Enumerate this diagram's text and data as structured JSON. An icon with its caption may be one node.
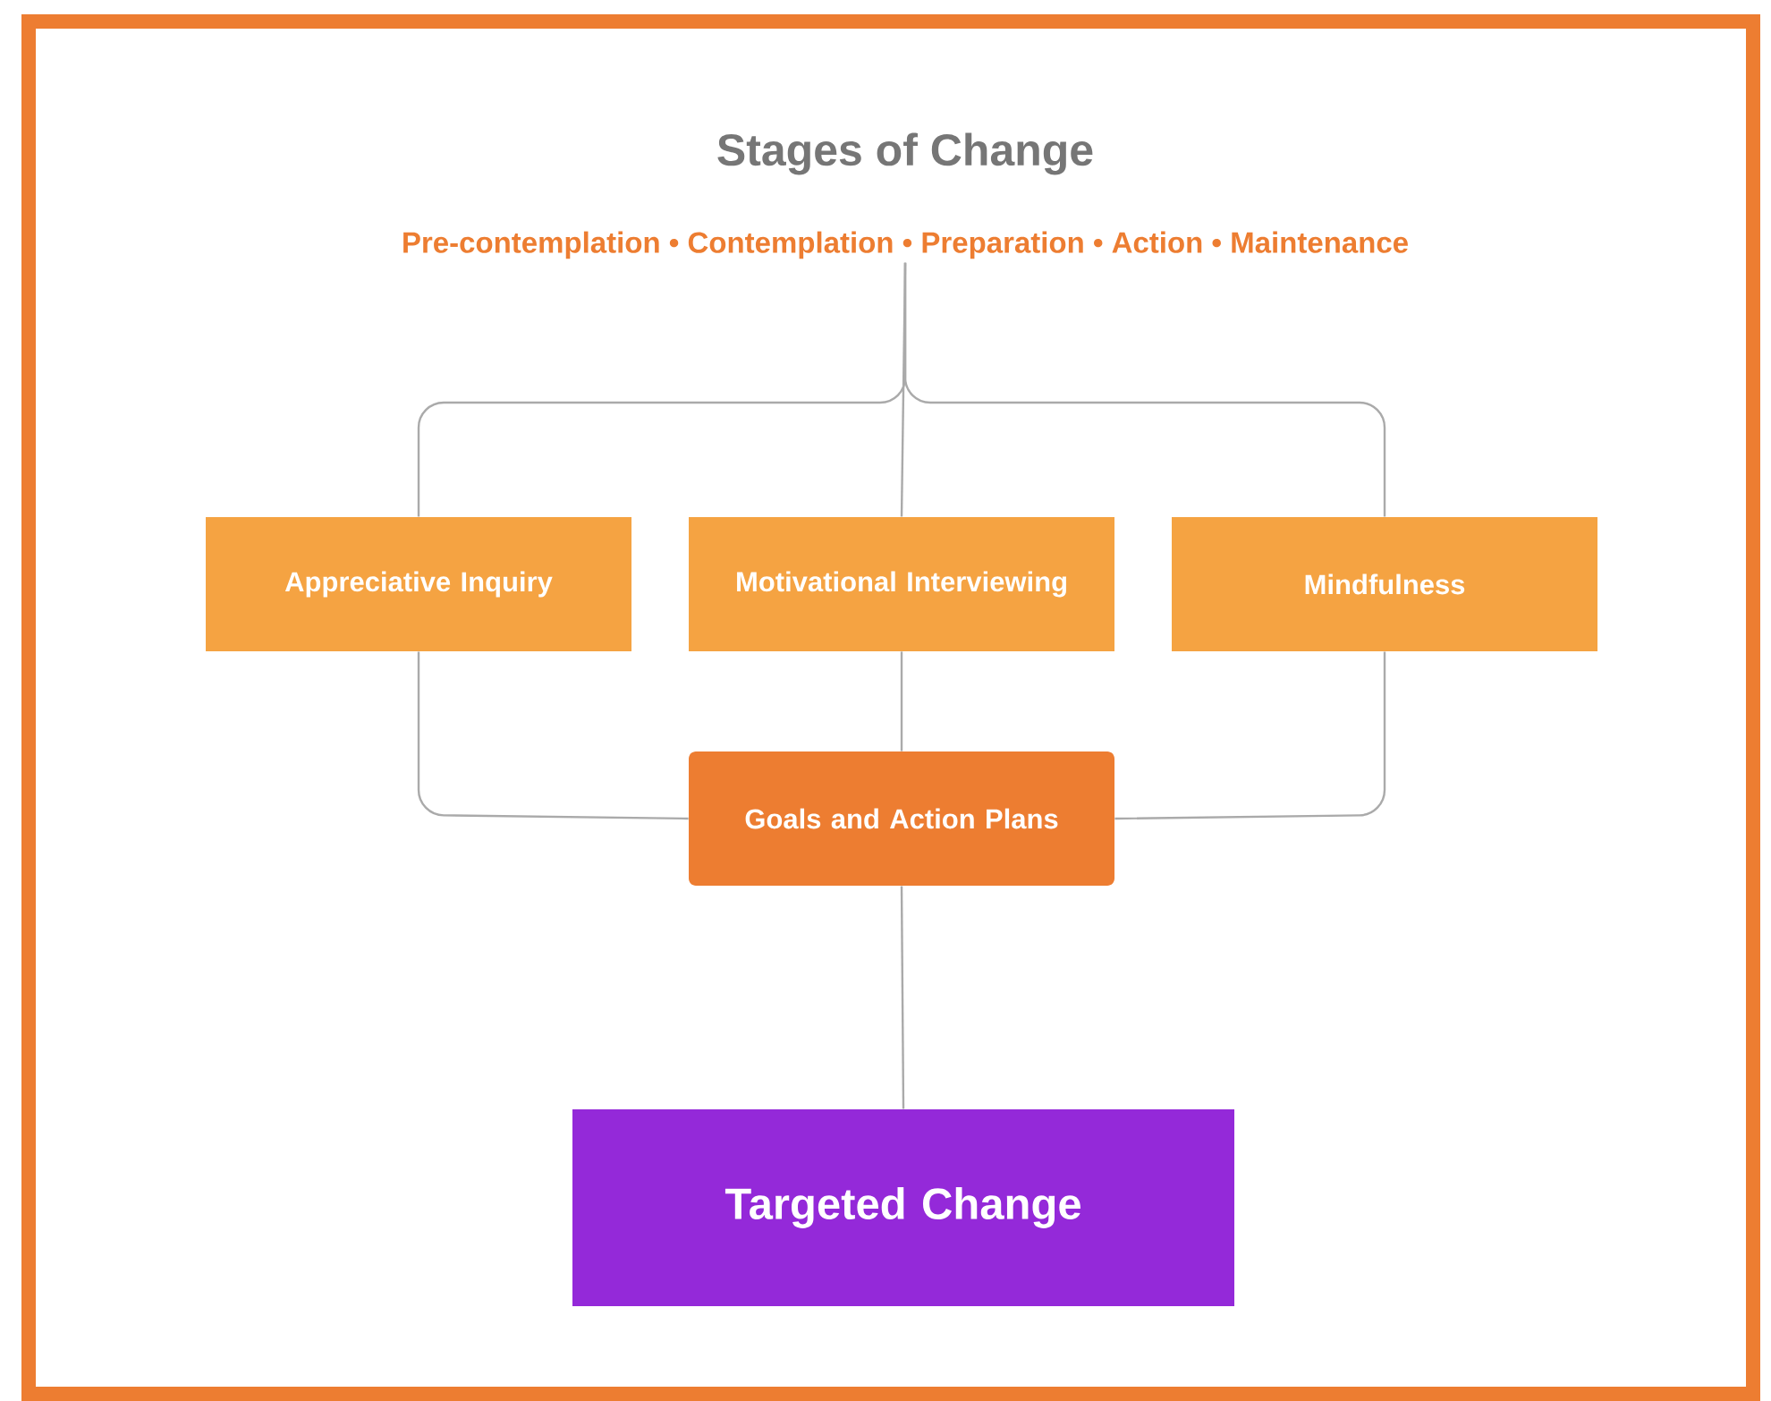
{
  "diagram": {
    "title": "Stages of Change",
    "nodes": [
      {
        "text": [
          "Pre-contemplation • Contemplation • Preparation • Action • Maintenance"
        ]
      },
      {
        "text": [
          "Appreciative Inquiry"
        ]
      },
      {
        "text": [
          "Motivational Interviewing"
        ]
      },
      {
        "text": [
          "Mindfulness"
        ]
      },
      {
        "text": [
          "Goals and Action Plans"
        ]
      },
      {
        "text": [
          "Targeted Change"
        ]
      }
    ],
    "edges": [
      {
        "from": 0,
        "to": 1,
        "arrow": "none"
      },
      {
        "from": 0,
        "to": 2,
        "arrow": "none"
      },
      {
        "from": 0,
        "to": 3,
        "arrow": "none"
      },
      {
        "from": 1,
        "to": 4,
        "arrow": "none"
      },
      {
        "from": 2,
        "to": 4,
        "arrow": "none"
      },
      {
        "from": 3,
        "to": 4,
        "arrow": "none"
      },
      {
        "from": 4,
        "to": 5,
        "arrow": "none"
      }
    ]
  }
}
